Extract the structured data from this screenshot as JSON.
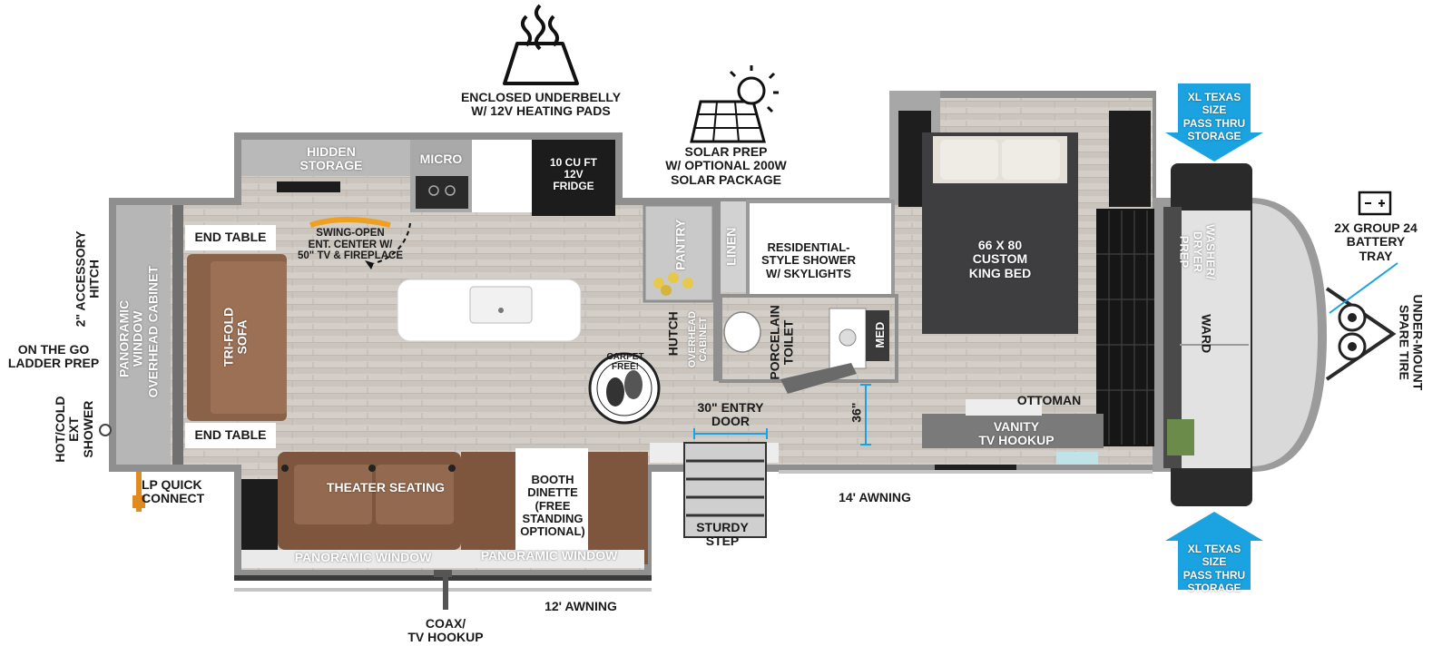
{
  "callouts": {
    "underbelly": "ENCLOSED UNDERBELLY\nW/ 12V HEATING PADS",
    "solar": "SOLAR PREP\nW/ OPTIONAL 200W\nSOLAR PACKAGE",
    "texas_top": "XL TEXAS SIZE\nPASS THRU\nSTORAGE",
    "texas_bottom": "XL TEXAS SIZE\nPASS THRU\nSTORAGE",
    "battery": "2X GROUP 24\nBATTERY\nTRAY",
    "spare_tire": "UNDER-MOUNT\nSPARE TIRE",
    "accessory_hitch": "2\" ACCESSORY\nHITCH",
    "ladder": "ON THE GO\nLADDER PREP",
    "ext_shower": "HOT/COLD\nEXT SHOWER",
    "lp": "LP QUICK\nCONNECT",
    "coax": "COAX/\nTV HOOKUP",
    "awning_12": "12' AWNING",
    "awning_14": "14' AWNING",
    "step": "STURDY\nSTEP",
    "entry_door": "30\" ENTRY\nDOOR",
    "dim_36": "36\"",
    "carpet_free": "CARPET FREE!"
  },
  "rooms": {
    "hidden_storage": "HIDDEN\nSTORAGE",
    "micro": "MICRO",
    "fridge": "10 CU FT\n12V\nFRIDGE",
    "end_table_top": "END TABLE",
    "end_table_bottom": "END TABLE",
    "swing_ent": "SWING-OPEN\nENT. CENTER W/\n50\" TV & FIREPLACE",
    "sofa": "TRI-FOLD\nSOFA",
    "overhead_cabinet": "OVERHEAD CABINET",
    "panoramic_window_side": "PANORAMIC WINDOW",
    "pantry": "PANTRY",
    "linen": "LINEN",
    "hutch": "HUTCH",
    "overhead_cabinet_2": "OVERHEAD\nCABINET",
    "shower": "RESIDENTIAL-\nSTYLE SHOWER\nW/ SKYLIGHTS",
    "toilet": "PORCELAIN\nTOILET",
    "med": "MED",
    "bed": "66 X  80\nCUSTOM\nKING BED",
    "ottoman": "OTTOMAN",
    "vanity": "VANITY\nTV HOOKUP",
    "washer_dryer": "WASHER/\nDRYER\nPREP",
    "ward": "WARD",
    "theater": "THEATER SEATING",
    "dinette": "BOOTH\nDINETTE\n(FREE\nSTANDING\nOPTIONAL)",
    "panoramic_window_1": "PANORAMIC WINDOW",
    "panoramic_window_2": "PANORAMIC WINDOW"
  },
  "colors": {
    "floor": "#cfcac4",
    "wall": "#8c8c8c",
    "sofa": "#8a6248",
    "bed": "#4a4a4c",
    "arrow": "#1aa3e0",
    "dim": "#1aa3e0"
  }
}
